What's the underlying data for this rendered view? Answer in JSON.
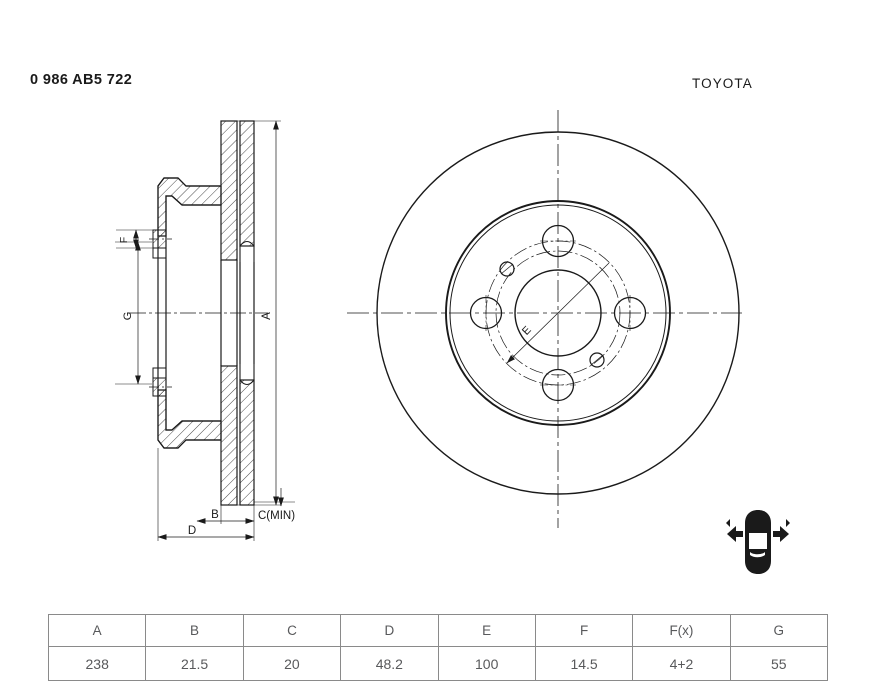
{
  "drawing": {
    "part_number": "0 986 AB5 722",
    "brand": "TOYOTA",
    "vehicle_icon": "car-front-axle-icon",
    "line_color": "#1a1a1a",
    "table_border_color": "#8a8a8a",
    "table_text_color": "#58595b"
  },
  "dimension_labels": {
    "a": "A",
    "b": "B",
    "c_min": "C(MIN)",
    "d": "D",
    "e": "E",
    "f": "F",
    "g": "G"
  },
  "spec_table": {
    "headers": [
      "A",
      "B",
      "C",
      "D",
      "E",
      "F",
      "F(x)",
      "G"
    ],
    "values": [
      "238",
      "21.5",
      "20",
      "48.2",
      "100",
      "14.5",
      "4+2",
      "55"
    ]
  }
}
